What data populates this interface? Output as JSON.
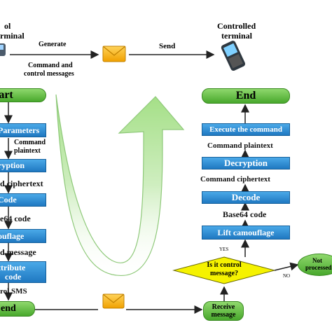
{
  "top": {
    "control_terminal_line1": "ol",
    "control_terminal_line2": "rminal",
    "generate": "Generate",
    "command_messages_line1": "Command and",
    "command_messages_line2": "control messages",
    "send": "Send",
    "controlled_line1": "Controlled",
    "controlled_line2": "terminal"
  },
  "left_flow": {
    "start": "tart",
    "parameters": "Parameters",
    "command_plaintext_line1": "Command",
    "command_plaintext_line2": "plaintext",
    "encryption": "ryption",
    "ciphertext": "d ciphertext",
    "code": "Code",
    "base64": "e64 code",
    "camouflage": "ouflage",
    "message": "d message",
    "attribute_line1": "ttribute",
    "attribute_line2": "code",
    "control_sms": "rol SMS",
    "send": "end"
  },
  "right_flow": {
    "end": "End",
    "execute": "Execute the command",
    "command_plaintext": "Command plaintext",
    "decryption": "Decryption",
    "command_ciphertext": "Command ciphertext",
    "decode": "Decode",
    "base64": "Base64 code",
    "lift": "Lift camouflage",
    "yes": "YES",
    "decision_line1": "Is it control",
    "decision_line2": "message?",
    "no": "NO",
    "not_processed_line1": "Not",
    "not_processed_line2": "processed",
    "receive_line1": "Receive",
    "receive_line2": "message"
  },
  "colors": {
    "blue_box": "#1f78c1",
    "green_box": "#48a82c",
    "decision": "#f5f200",
    "arrow": "#8fd86d"
  },
  "icons": [
    "phone-icon",
    "envelope-icon",
    "cellphone-icon"
  ]
}
